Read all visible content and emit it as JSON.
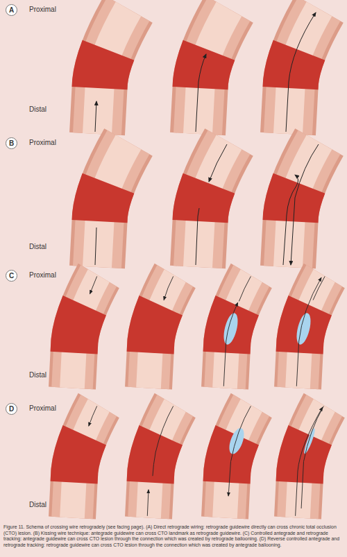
{
  "diagram": {
    "caption": "Figure 11. Schema of crossing wire retrogradely (see facing page). (A) Direct retrograde wiring: retrograde guidewire directly can cross chronic total occlusion (CTO) lesion. (B) Kissing wire technique: antegrade guidewire can cross CTO landmark as retrograde guidewire. (C) Controlled antegrade and retrograde tracking: antegrade guidewire can cross CTO lesion through the connection which was created by retrograde ballooning. (D) Reverse controlled antegrade and retrograde tracking: retrograde guidewire can cross CTO lesion through the connection which was created by antegrade ballooning.",
    "nodes": [
      {
        "text": [
          "A"
        ]
      },
      {
        "text": [
          "B"
        ]
      },
      {
        "text": [
          "C"
        ]
      },
      {
        "text": [
          "D"
        ]
      }
    ],
    "labels": [
      "Proximal",
      "Distal",
      "Proximal",
      "Distal",
      "Proximal",
      "Distal",
      "Proximal",
      "Distal"
    ]
  }
}
